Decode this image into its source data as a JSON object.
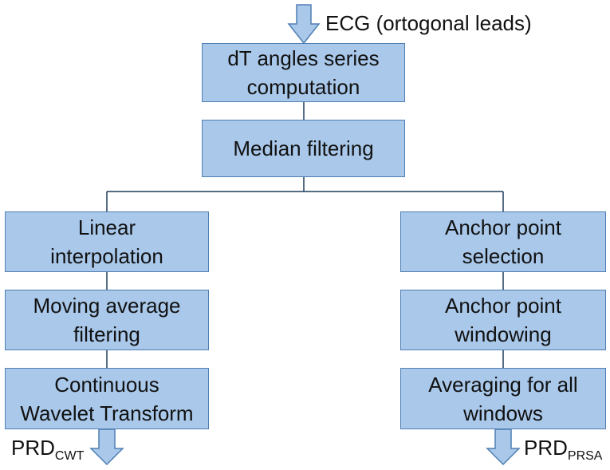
{
  "input_label": "ECG (ortogonal leads)",
  "boxes": {
    "dt_angles": "dT angles series\ncomputation",
    "median": "Median filtering",
    "linear": "Linear\ninterpolation",
    "moving_avg": "Moving average\nfiltering",
    "cwt": "Continuous\nWavelet Transform",
    "anchor_sel": "Anchor point\nselection",
    "anchor_win": "Anchor point\nwindowing",
    "averaging": "Averaging for all\nwindows"
  },
  "outputs": {
    "left_main": "PRD",
    "left_sub": "CWT",
    "right_main": "PRD",
    "right_sub": "PRSA"
  },
  "colors": {
    "box_fill": "#a9c8ea",
    "box_border": "#4f7fb3",
    "line": "#1f3b5c"
  }
}
